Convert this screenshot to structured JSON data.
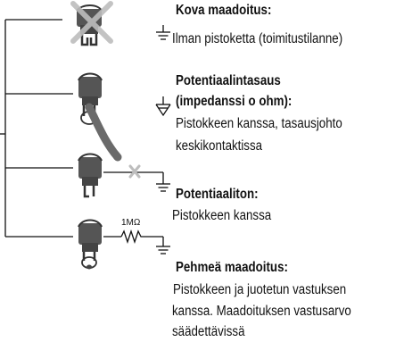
{
  "options": [
    {
      "title": "Kova maadoitus:",
      "lines": [
        "Ilman pistoketta (toimitustilanne)"
      ]
    },
    {
      "title_lines": [
        "Potentiaalintasaus",
        "(impedanssi o ohm):"
      ],
      "lines": [
        "Pistokkeen kanssa, tasausjohto",
        "keskikontaktissa"
      ]
    },
    {
      "title": "Potentiaaliton:",
      "lines": [
        "Pistokkeen kanssa"
      ]
    },
    {
      "title": "Pehmeä maadoitus:",
      "lines": [
        "Pistokkeen ja juotetun vastuksen",
        "kanssa. Maadoituksen vastusarvo",
        "säädettävissä"
      ]
    }
  ],
  "resistor_label": "1MΩ",
  "colors": {
    "line": "#111111",
    "plug_body": "#555555",
    "plug_dark": "#333333",
    "cross": "#bdbdbd",
    "wire": "#6a6a6a"
  }
}
